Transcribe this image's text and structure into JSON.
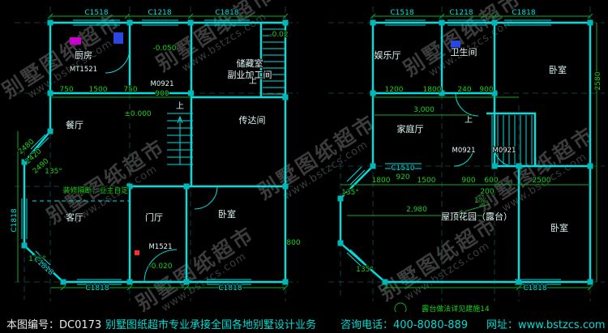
{
  "watermark": {
    "brand": "别墅图纸超市",
    "url": "www.bstzcs.com"
  },
  "footer": {
    "drawing_no": "本图编号：DC0173",
    "slogan": "别墅图纸超市专业承接全国各地别墅设计业务",
    "phone": "咨询电话：400-8080-889",
    "website": "网址：www.bstzcs.com"
  },
  "left_plan": {
    "windows": {
      "top1": "C1518",
      "top2": "C1218",
      "top3": "C1818",
      "bottom1": "C1818",
      "bottom2": "C1818",
      "left": "C1818",
      "chamfer": "C1818"
    },
    "rooms": {
      "kitchen": "厨房",
      "dining": "餐厅",
      "storage_line1": "储藏室",
      "storage_line2": "副业加工间",
      "passage": "传达间",
      "living": "客厅",
      "foyer": "门厅",
      "bedroom": "卧室"
    },
    "doors": {
      "kitchen": "MT1521",
      "interior": "M0921",
      "entry": "M1521"
    },
    "levels": {
      "kitchen": "-0.050",
      "main": "±0.000",
      "entry": "-0.020",
      "storage": "-0.02"
    },
    "dims": {
      "d750a": "750",
      "d1500": "1500",
      "d750b": "750",
      "d900": "900",
      "d2480": "2480",
      "d2420": "2420",
      "d2490": "2490",
      "d800": "800",
      "angle_top": "135°",
      "angle_bottom": "135°"
    },
    "notes": {
      "partition": "装修隔断，业主自定"
    },
    "stairs": {
      "up1": "上",
      "up2": "上"
    }
  },
  "right_plan": {
    "windows": {
      "top1": "C1518",
      "top2": "C1218",
      "top3": "C1818",
      "bottom": "C1818",
      "left": "C1510"
    },
    "rooms": {
      "entertainment": "娱乐厅",
      "bath": "卫生间",
      "bedroom_top": "卧室",
      "family": "家庭厅",
      "terrace": "屋顶花园（露台）",
      "bedroom_bottom": "卧室"
    },
    "doors": {
      "d1": "M0921",
      "d2": "M0921"
    },
    "dims": {
      "d1200": "1200",
      "d1800a": "1800",
      "d240": "240",
      "d900a": "900",
      "d3000": "3,000",
      "d2580": "2580",
      "d920": "920",
      "d1800b": "1800",
      "d1500": "1500",
      "d900b": "900",
      "d600": "600",
      "d2500": "2500",
      "d200": "200",
      "d2980": "2,980",
      "slope": "1%",
      "angle_top": "135°",
      "angle_bottom": "135°"
    },
    "notes": {
      "terrace": "露台做法详见建施14"
    },
    "stairs": {
      "up": "上"
    }
  }
}
